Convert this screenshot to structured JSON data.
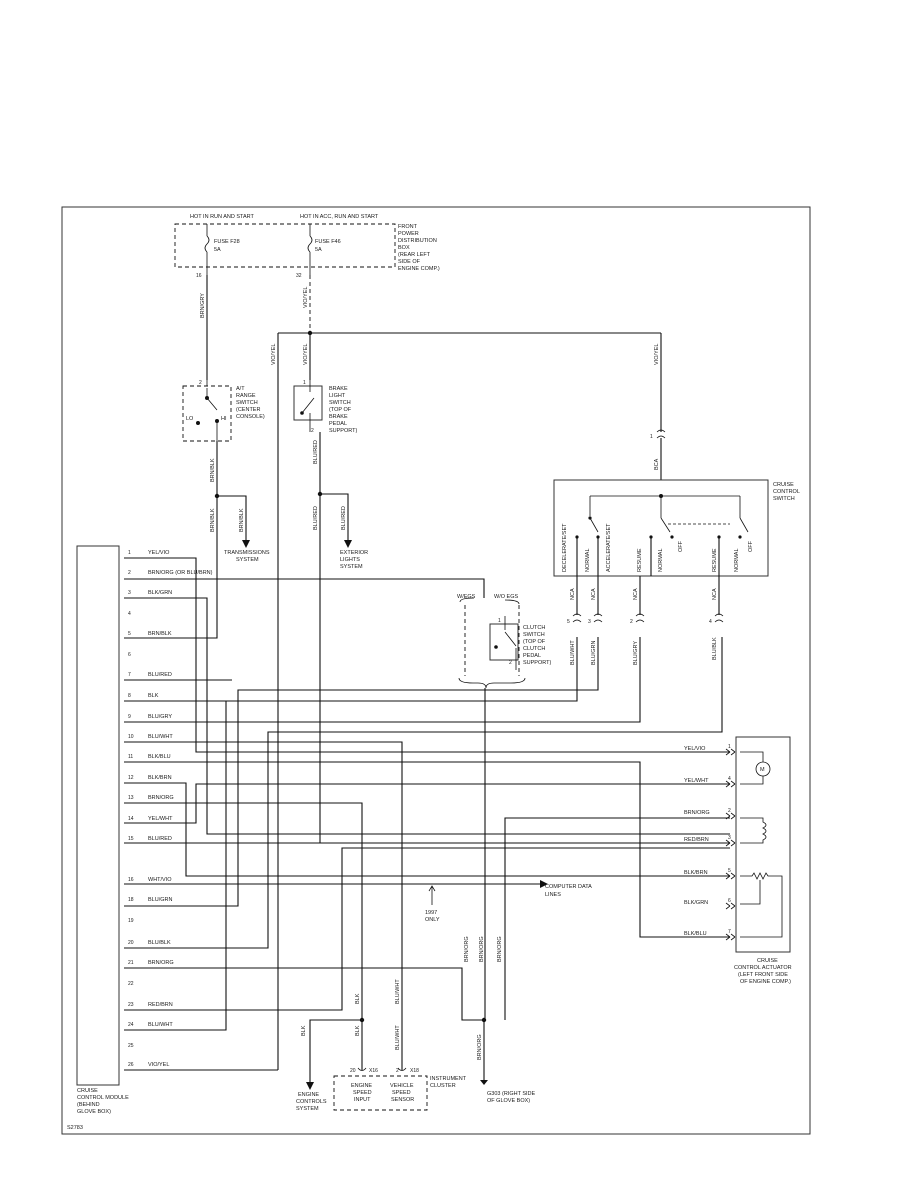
{
  "power": {
    "hot_run_start": "HOT IN RUN AND START",
    "hot_acc_run_start": "HOT IN ACC, RUN AND START",
    "fuse_f28": "FUSE F28",
    "fuse_f28_rating": "5A",
    "fuse_f46": "FUSE F46",
    "fuse_f46_rating": "5A",
    "pin_16": "16",
    "pin_32": "32",
    "distribution_box": [
      "FRONT",
      "POWER",
      "DISTRIBUTION",
      "BOX",
      "(REAR LEFT",
      "SIDE OF",
      "ENGINE COMP.)"
    ]
  },
  "wire_labels": {
    "brn_gry": "BRN/GRY",
    "vio_yel": "VIO/YEL",
    "brn_blk": "BRN/BLK",
    "blu_red": "BLU/RED",
    "blk": "BLK",
    "blu_wht": "BLU/WHT",
    "brn_org": "BRN/ORG"
  },
  "at_switch": {
    "pin_top": "2",
    "lo": "LO",
    "hi": "HI",
    "label": [
      "A/T",
      "RANGE",
      "SWITCH",
      "(CENTER",
      "CONSOLE)"
    ]
  },
  "brake_switch": {
    "pin_top": "1",
    "pin_bottom": "2",
    "label": [
      "BRAKE",
      "LIGHT",
      "SWITCH",
      "(TOP OF",
      "BRAKE",
      "PEDAL",
      "SUPPORT)"
    ]
  },
  "transmission_dest": [
    "TRANSMISSIONS",
    "SYSTEM"
  ],
  "exterior_dest": [
    "EXTERIOR",
    "LIGHTS",
    "SYSTEM"
  ],
  "cruise_switch": {
    "label": [
      "CRUISE",
      "CONTROL",
      "SWITCH"
    ],
    "pin_1": "1",
    "bca": "BCA",
    "positions": [
      "DECELERATE/SET",
      "NORMAL",
      "ACCELERATE/SET",
      "RESUME",
      "NORMAL",
      "OFF",
      "RESUME",
      "NORMAL",
      "OFF"
    ],
    "out_pins": [
      "5",
      "3",
      "2",
      "4"
    ],
    "nca": "NCA",
    "wires": [
      "BLU/WHT",
      "BLU/GRN",
      "BLU/GRY",
      "BLU/BLK"
    ]
  },
  "clutch_switch": {
    "w_egs": "W/EGS",
    "wo_egs": "W/O EGS",
    "pin_top": "1",
    "pin_bottom": "2",
    "label": [
      "CLUTCH",
      "SWITCH",
      "(TOP OF",
      "CLUTCH",
      "PEDAL",
      "SUPPORT)"
    ]
  },
  "module": {
    "label": [
      "CRUISE",
      "CONTROL MODULE",
      "(BEHIND",
      "GLOVE BOX)"
    ],
    "pins": [
      {
        "num": "1",
        "wire": "YEL/VIO"
      },
      {
        "num": "2",
        "wire": "BRN/ORG (OR BLU/BRN)"
      },
      {
        "num": "3",
        "wire": "BLK/GRN"
      },
      {
        "num": "4",
        "wire": ""
      },
      {
        "num": "5",
        "wire": "BRN/BLK"
      },
      {
        "num": "6",
        "wire": ""
      },
      {
        "num": "7",
        "wire": "BLU/RED"
      },
      {
        "num": "8",
        "wire": "BLK"
      },
      {
        "num": "9",
        "wire": "BLU/GRY"
      },
      {
        "num": "10",
        "wire": "BLU/WHT"
      },
      {
        "num": "11",
        "wire": "BLK/BLU"
      },
      {
        "num": "12",
        "wire": "BLK/BRN"
      },
      {
        "num": "13",
        "wire": "BRN/ORG"
      },
      {
        "num": "14",
        "wire": "YEL/WHT"
      },
      {
        "num": "15",
        "wire": "BLU/RED"
      },
      {
        "num": "16",
        "wire": "WHT/VIO"
      },
      {
        "num": "18",
        "wire": "BLU/GRN"
      },
      {
        "num": "19",
        "wire": ""
      },
      {
        "num": "20",
        "wire": "BLU/BLK"
      },
      {
        "num": "21",
        "wire": "BRN/ORG"
      },
      {
        "num": "22",
        "wire": ""
      },
      {
        "num": "23",
        "wire": "RED/BRN"
      },
      {
        "num": "24",
        "wire": "BLU/WHT"
      },
      {
        "num": "25",
        "wire": ""
      },
      {
        "num": "26",
        "wire": "VIO/YEL"
      }
    ]
  },
  "actuator": {
    "label": [
      "CRUISE",
      "CONTROL ACTUATOR",
      "(LEFT FRONT SIDE",
      "OF ENGINE COMP.)"
    ],
    "pins": [
      {
        "num": "1",
        "wire": "YEL/VIO"
      },
      {
        "num": "4",
        "wire": "YEL/WHT"
      },
      {
        "num": "2",
        "wire": "BRN/ORG"
      },
      {
        "num": "3",
        "wire": "RED/BRN"
      },
      {
        "num": "5",
        "wire": "BLK/BRN"
      },
      {
        "num": "6",
        "wire": "BLK/GRN"
      },
      {
        "num": "7",
        "wire": "BLK/BLU"
      }
    ],
    "motor": "M"
  },
  "computer_data": [
    "COMPUTER DATA",
    "LINES"
  ],
  "only_1997": [
    "1997",
    "ONLY"
  ],
  "ground": {
    "wire": "BRN/ORG",
    "name": [
      "G303 (RIGHT SIDE",
      "OF GLOVE BOX)"
    ]
  },
  "engine_controls": [
    "ENGINE",
    "CONTROLS",
    "SYSTEM"
  ],
  "cluster": {
    "label": [
      "INSTRUMENT",
      "CLUSTER"
    ],
    "pin_20": "20",
    "conn_20": "X16",
    "pin_2": "2",
    "conn_2": "X18",
    "engine_speed": [
      "ENGINE",
      "SPEED",
      "INPUT"
    ],
    "vehicle_speed": [
      "VEHICLE",
      "SPEED",
      "SENSOR"
    ]
  },
  "ref_code": "S2783"
}
